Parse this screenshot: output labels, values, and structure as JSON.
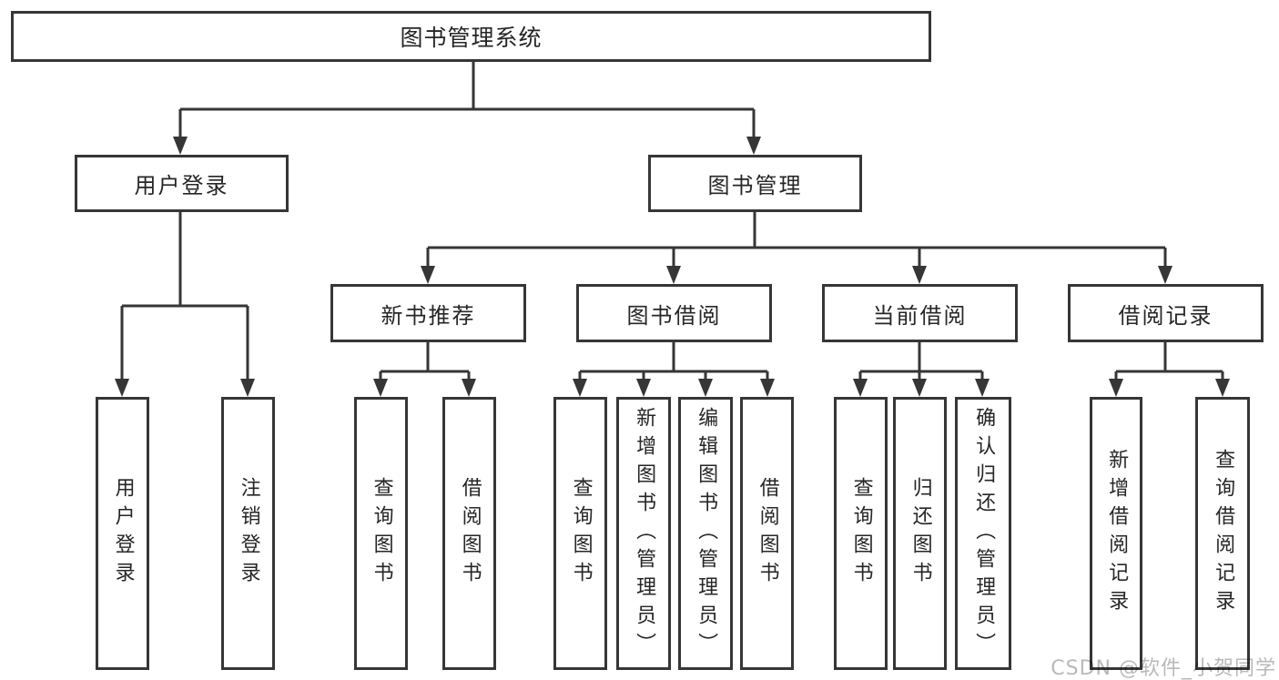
{
  "diagram": {
    "type": "hierarchy-tree",
    "colors": {
      "line": "#363636",
      "text": "#262626",
      "background": "#ffffff",
      "watermark": "#b9b9b9"
    },
    "root": {
      "label": "图书管理系统",
      "children": [
        {
          "label": "用户登录",
          "children": [
            {
              "label": "用户登录"
            },
            {
              "label": "注销登录"
            }
          ]
        },
        {
          "label": "图书管理",
          "children": [
            {
              "label": "新书推荐",
              "children": [
                {
                  "label": "查询图书"
                },
                {
                  "label": "借阅图书"
                }
              ]
            },
            {
              "label": "图书借阅",
              "children": [
                {
                  "label": "查询图书"
                },
                {
                  "label": "新增图书（管理员）"
                },
                {
                  "label": "编辑图书（管理员）"
                },
                {
                  "label": "借阅图书"
                }
              ]
            },
            {
              "label": "当前借阅",
              "children": [
                {
                  "label": "查询图书"
                },
                {
                  "label": "归还图书"
                },
                {
                  "label": "确认归还（管理员）"
                }
              ]
            },
            {
              "label": "借阅记录",
              "children": [
                {
                  "label": "新增借阅记录"
                },
                {
                  "label": "查询借阅记录"
                }
              ]
            }
          ]
        }
      ]
    }
  },
  "watermark": {
    "text": "CSDN @软件_小贺同学"
  }
}
